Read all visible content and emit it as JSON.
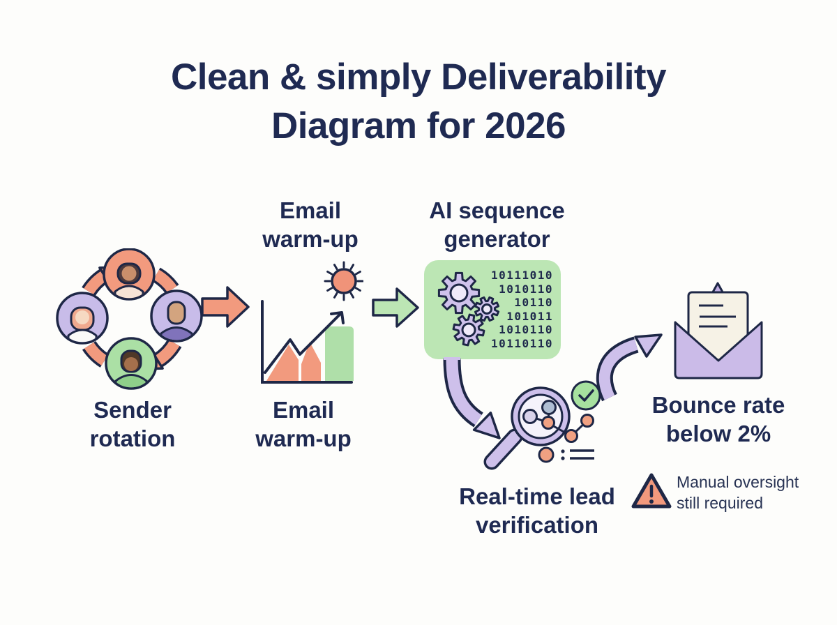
{
  "title": {
    "line1": "Clean & simply Deliverability",
    "line2": "Diagram for 2026"
  },
  "nodes": {
    "sender_rotation": {
      "label_line1": "Sender",
      "label_line2": "rotation"
    },
    "email_warmup": {
      "top_label_line1": "Email",
      "top_label_line2": "warm-up",
      "bottom_label_line1": "Email",
      "bottom_label_line2": "warm-up"
    },
    "ai_sequence": {
      "label_line1": "AI sequence",
      "label_line2": "generator",
      "binary_lines": [
        "10111010",
        "1010110",
        "10110",
        "101011",
        "1010110",
        "10110110"
      ]
    },
    "lead_verification": {
      "label_line1": "Real-time lead",
      "label_line2": "verification"
    },
    "bounce_rate": {
      "label_line1": "Bounce rate",
      "label_line2": "below 2%"
    },
    "warning": {
      "line1": "Manual oversight",
      "line2": "still required"
    }
  },
  "icons": [
    "sender-rotation-cycle-icon",
    "right-arrow-salmon-icon",
    "warmup-chart-icon",
    "sun-icon",
    "right-arrow-green-icon",
    "ai-gears-binary-icon",
    "curved-down-arrow-icon",
    "magnifier-leads-icon",
    "check-circle-icon",
    "curved-up-arrow-icon",
    "open-envelope-icon",
    "warning-triangle-icon"
  ],
  "colors": {
    "navy_text": "#1f2a52",
    "navy_stroke": "#1e2746",
    "salmon": "#f29a7e",
    "green": "#bce6b4",
    "purple": "#cec0eb",
    "cream": "#f6f2e6",
    "background": "#fdfdfb"
  }
}
